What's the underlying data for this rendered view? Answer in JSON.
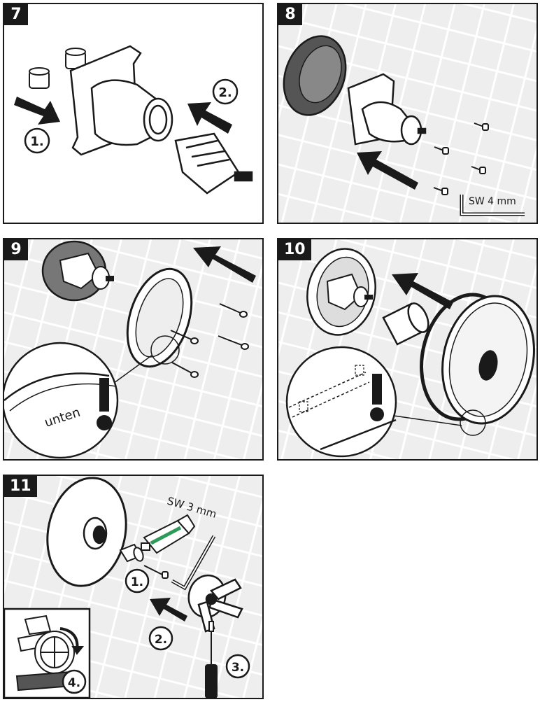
{
  "steps": [
    {
      "number": "7",
      "callouts": [
        "1.",
        "2."
      ]
    },
    {
      "number": "8",
      "tool_label": "SW 4 mm"
    },
    {
      "number": "9",
      "marking_text": "unten"
    },
    {
      "number": "10"
    },
    {
      "number": "11",
      "tool_label": "SW 3 mm",
      "callouts": [
        "1.",
        "2.",
        "3.",
        "4."
      ]
    }
  ],
  "colors": {
    "line": "#1a1a1a",
    "tile_background": "#eeeeee",
    "grease_tube_stripe": "#2e9a5a"
  }
}
